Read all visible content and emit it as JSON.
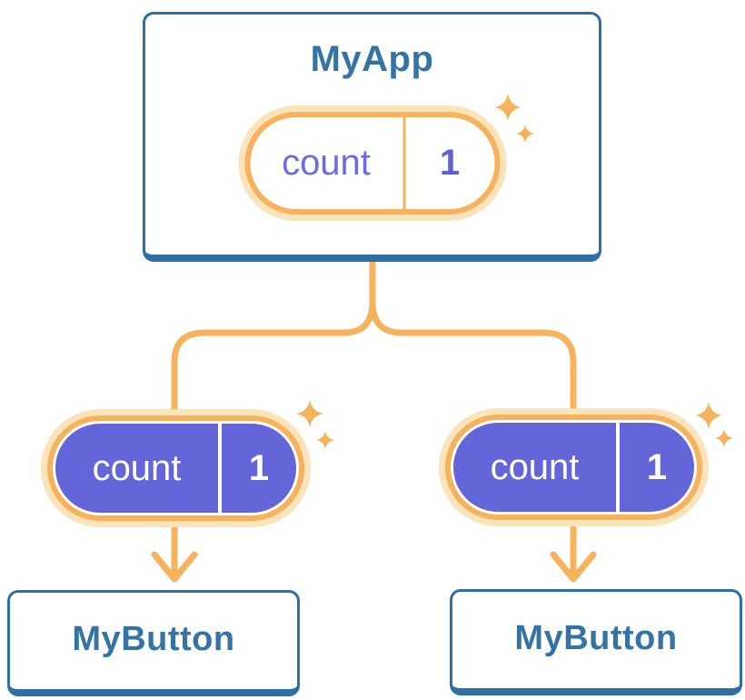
{
  "diagram": {
    "root": {
      "title": "MyApp",
      "state": {
        "label": "count",
        "value": "1"
      }
    },
    "children": [
      {
        "title": "MyButton",
        "prop": {
          "label": "count",
          "value": "1"
        }
      },
      {
        "title": "MyButton",
        "prop": {
          "label": "count",
          "value": "1"
        }
      }
    ]
  },
  "colors": {
    "card_border": "#2D70A4",
    "card_title": "#3474A4",
    "accent_orange": "#F6B25C",
    "halo_orange": "#FBE3BA",
    "pill_purple": "#6565DA",
    "pill_purple_text": "#6C6CE2",
    "pill_value_purple": "#6060D9",
    "card_bg": "#FFFFFF"
  }
}
